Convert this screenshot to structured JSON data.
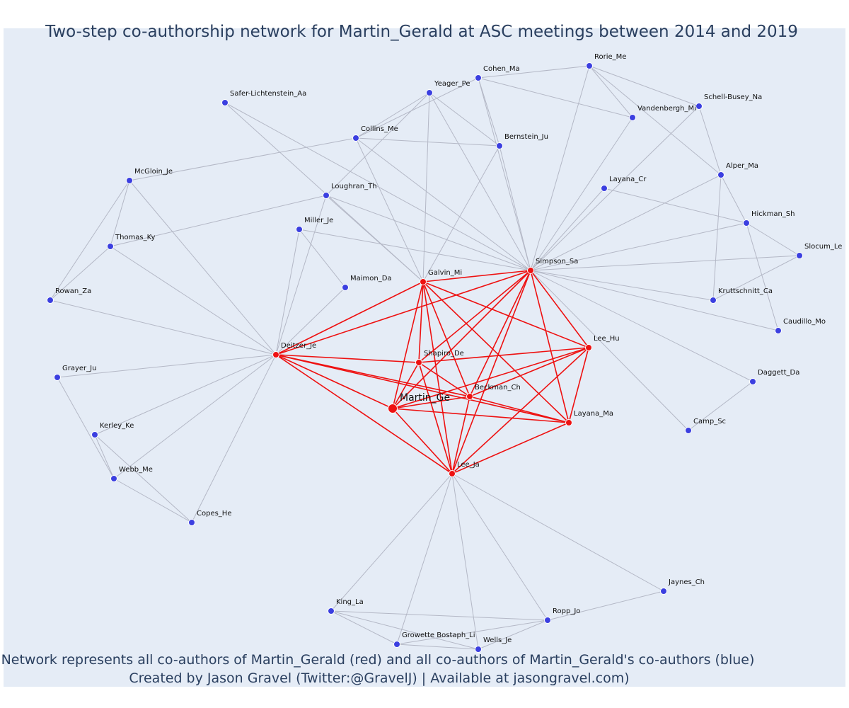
{
  "title": "Two-step co-authorship network for Martin_Gerald at ASC meetings between 2014 and 2019",
  "caption": {
    "line1": "Network represents all co-authors of Martin_Gerald (red) and all co-authors of Martin_Gerald's co-authors (blue)",
    "line2": "Created by Jason Gravel (Twitter:@GravelJ) | Available at jasongravel.com)"
  },
  "colors": {
    "background": "#e5ecf6",
    "red_node": "#ee1111",
    "blue_node": "#3b3fe0",
    "red_edge": "#ee1111",
    "gray_edge": "#b4b8c6"
  },
  "nodes": [
    {
      "id": "Martin_Ge",
      "group": "center"
    },
    {
      "id": "Galvin_Mi",
      "group": "red"
    },
    {
      "id": "Simpson_Sa",
      "group": "red"
    },
    {
      "id": "Deitzer_Je",
      "group": "red"
    },
    {
      "id": "Shapiro_De",
      "group": "red"
    },
    {
      "id": "Beckman_Ch",
      "group": "red"
    },
    {
      "id": "Lee_Hu",
      "group": "red"
    },
    {
      "id": "Layana_Ma",
      "group": "red"
    },
    {
      "id": "Lee_Ja",
      "group": "red"
    },
    {
      "id": "Rorie_Me",
      "group": "blue"
    },
    {
      "id": "Cohen_Ma",
      "group": "blue"
    },
    {
      "id": "Yeager_Pe",
      "group": "blue"
    },
    {
      "id": "Schell-Busey_Na",
      "group": "blue"
    },
    {
      "id": "Vandenbergh_Mi",
      "group": "blue"
    },
    {
      "id": "Safer-Lichtenstein_Aa",
      "group": "blue"
    },
    {
      "id": "Collins_Me",
      "group": "blue"
    },
    {
      "id": "Bernstein_Ju",
      "group": "blue"
    },
    {
      "id": "McGloin_Je",
      "group": "blue"
    },
    {
      "id": "Alper_Ma",
      "group": "blue"
    },
    {
      "id": "Loughran_Th",
      "group": "blue"
    },
    {
      "id": "Layana_Cr",
      "group": "blue"
    },
    {
      "id": "Miller_Je",
      "group": "blue"
    },
    {
      "id": "Hickman_Sh",
      "group": "blue"
    },
    {
      "id": "Thomas_Ky",
      "group": "blue"
    },
    {
      "id": "Slocum_Le",
      "group": "blue"
    },
    {
      "id": "Maimon_Da",
      "group": "blue"
    },
    {
      "id": "Rowan_Za",
      "group": "blue"
    },
    {
      "id": "Kruttschnitt_Ca",
      "group": "blue"
    },
    {
      "id": "Caudillo_Mo",
      "group": "blue"
    },
    {
      "id": "Grayer_Ju",
      "group": "blue"
    },
    {
      "id": "Daggett_Da",
      "group": "blue"
    },
    {
      "id": "Camp_Sc",
      "group": "blue"
    },
    {
      "id": "Kerley_Ke",
      "group": "blue"
    },
    {
      "id": "Webb_Me",
      "group": "blue"
    },
    {
      "id": "Copes_He",
      "group": "blue"
    },
    {
      "id": "Jaynes_Ch",
      "group": "blue"
    },
    {
      "id": "King_La",
      "group": "blue"
    },
    {
      "id": "Ropp_Jo",
      "group": "blue"
    },
    {
      "id": "Growette Bostaph_Li",
      "group": "blue"
    },
    {
      "id": "Wells_Je",
      "group": "blue"
    }
  ],
  "red_edges": [
    [
      "Martin_Ge",
      "Galvin_Mi"
    ],
    [
      "Martin_Ge",
      "Simpson_Sa"
    ],
    [
      "Martin_Ge",
      "Deitzer_Je"
    ],
    [
      "Martin_Ge",
      "Shapiro_De"
    ],
    [
      "Martin_Ge",
      "Beckman_Ch"
    ],
    [
      "Martin_Ge",
      "Lee_Hu"
    ],
    [
      "Martin_Ge",
      "Layana_Ma"
    ],
    [
      "Martin_Ge",
      "Lee_Ja"
    ],
    [
      "Galvin_Mi",
      "Simpson_Sa"
    ],
    [
      "Galvin_Mi",
      "Deitzer_Je"
    ],
    [
      "Galvin_Mi",
      "Shapiro_De"
    ],
    [
      "Galvin_Mi",
      "Beckman_Ch"
    ],
    [
      "Galvin_Mi",
      "Lee_Hu"
    ],
    [
      "Galvin_Mi",
      "Layana_Ma"
    ],
    [
      "Galvin_Mi",
      "Lee_Ja"
    ],
    [
      "Simpson_Sa",
      "Deitzer_Je"
    ],
    [
      "Simpson_Sa",
      "Shapiro_De"
    ],
    [
      "Simpson_Sa",
      "Beckman_Ch"
    ],
    [
      "Simpson_Sa",
      "Lee_Hu"
    ],
    [
      "Simpson_Sa",
      "Layana_Ma"
    ],
    [
      "Simpson_Sa",
      "Lee_Ja"
    ],
    [
      "Deitzer_Je",
      "Shapiro_De"
    ],
    [
      "Deitzer_Je",
      "Beckman_Ch"
    ],
    [
      "Deitzer_Je",
      "Layana_Ma"
    ],
    [
      "Deitzer_Je",
      "Lee_Ja"
    ],
    [
      "Shapiro_De",
      "Beckman_Ch"
    ],
    [
      "Shapiro_De",
      "Lee_Hu"
    ],
    [
      "Shapiro_De",
      "Lee_Ja"
    ],
    [
      "Beckman_Ch",
      "Lee_Hu"
    ],
    [
      "Beckman_Ch",
      "Layana_Ma"
    ],
    [
      "Beckman_Ch",
      "Lee_Ja"
    ],
    [
      "Lee_Hu",
      "Layana_Ma"
    ],
    [
      "Lee_Hu",
      "Lee_Ja"
    ],
    [
      "Layana_Ma",
      "Lee_Ja"
    ]
  ],
  "gray_edges": [
    [
      "Rorie_Me",
      "Cohen_Ma"
    ],
    [
      "Rorie_Me",
      "Vandenbergh_Mi"
    ],
    [
      "Rorie_Me",
      "Schell-Busey_Na"
    ],
    [
      "Rorie_Me",
      "Simpson_Sa"
    ],
    [
      "Rorie_Me",
      "Alper_Ma"
    ],
    [
      "Cohen_Ma",
      "Vandenbergh_Mi"
    ],
    [
      "Cohen_Ma",
      "Bernstein_Ju"
    ],
    [
      "Cohen_Ma",
      "Collins_Me"
    ],
    [
      "Cohen_Ma",
      "Simpson_Sa"
    ],
    [
      "Yeager_Pe",
      "Galvin_Mi"
    ],
    [
      "Yeager_Pe",
      "Simpson_Sa"
    ],
    [
      "Yeager_Pe",
      "Bernstein_Ju"
    ],
    [
      "Yeager_Pe",
      "Loughran_Th"
    ],
    [
      "Yeager_Pe",
      "Collins_Me"
    ],
    [
      "Schell-Busey_Na",
      "Simpson_Sa"
    ],
    [
      "Schell-Busey_Na",
      "Alper_Ma"
    ],
    [
      "Vandenbergh_Mi",
      "Simpson_Sa"
    ],
    [
      "Safer-Lichtenstein_Aa",
      "Galvin_Mi"
    ],
    [
      "Safer-Lichtenstein_Aa",
      "Simpson_Sa"
    ],
    [
      "Collins_Me",
      "Bernstein_Ju"
    ],
    [
      "Collins_Me",
      "Galvin_Mi"
    ],
    [
      "Collins_Me",
      "Simpson_Sa"
    ],
    [
      "Collins_Me",
      "McGloin_Je"
    ],
    [
      "Bernstein_Ju",
      "Simpson_Sa"
    ],
    [
      "Bernstein_Ju",
      "Galvin_Mi"
    ],
    [
      "McGloin_Je",
      "Thomas_Ky"
    ],
    [
      "McGloin_Je",
      "Rowan_Za"
    ],
    [
      "McGloin_Je",
      "Deitzer_Je"
    ],
    [
      "Alper_Ma",
      "Simpson_Sa"
    ],
    [
      "Alper_Ma",
      "Kruttschnitt_Ca"
    ],
    [
      "Alper_Ma",
      "Hickman_Sh"
    ],
    [
      "Loughran_Th",
      "Galvin_Mi"
    ],
    [
      "Loughran_Th",
      "Simpson_Sa"
    ],
    [
      "Loughran_Th",
      "Thomas_Ky"
    ],
    [
      "Loughran_Th",
      "Deitzer_Je"
    ],
    [
      "Layana_Cr",
      "Simpson_Sa"
    ],
    [
      "Layana_Cr",
      "Hickman_Sh"
    ],
    [
      "Miller_Je",
      "Simpson_Sa"
    ],
    [
      "Miller_Je",
      "Deitzer_Je"
    ],
    [
      "Miller_Je",
      "Maimon_Da"
    ],
    [
      "Hickman_Sh",
      "Simpson_Sa"
    ],
    [
      "Hickman_Sh",
      "Caudillo_Mo"
    ],
    [
      "Hickman_Sh",
      "Slocum_Le"
    ],
    [
      "Thomas_Ky",
      "Rowan_Za"
    ],
    [
      "Thomas_Ky",
      "Deitzer_Je"
    ],
    [
      "Slocum_Le",
      "Simpson_Sa"
    ],
    [
      "Slocum_Le",
      "Kruttschnitt_Ca"
    ],
    [
      "Maimon_Da",
      "Deitzer_Je"
    ],
    [
      "Rowan_Za",
      "Deitzer_Je"
    ],
    [
      "Kruttschnitt_Ca",
      "Simpson_Sa"
    ],
    [
      "Caudillo_Mo",
      "Simpson_Sa"
    ],
    [
      "Grayer_Ju",
      "Deitzer_Je"
    ],
    [
      "Grayer_Ju",
      "Webb_Me"
    ],
    [
      "Daggett_Da",
      "Simpson_Sa"
    ],
    [
      "Daggett_Da",
      "Camp_Sc"
    ],
    [
      "Camp_Sc",
      "Simpson_Sa"
    ],
    [
      "Kerley_Ke",
      "Deitzer_Je"
    ],
    [
      "Kerley_Ke",
      "Webb_Me"
    ],
    [
      "Kerley_Ke",
      "Copes_He"
    ],
    [
      "Webb_Me",
      "Deitzer_Je"
    ],
    [
      "Webb_Me",
      "Copes_He"
    ],
    [
      "Copes_He",
      "Deitzer_Je"
    ],
    [
      "Jaynes_Ch",
      "Lee_Ja"
    ],
    [
      "Jaynes_Ch",
      "Ropp_Jo"
    ],
    [
      "King_La",
      "Lee_Ja"
    ],
    [
      "King_La",
      "Ropp_Jo"
    ],
    [
      "King_La",
      "Growette Bostaph_Li"
    ],
    [
      "King_La",
      "Wells_Je"
    ],
    [
      "Ropp_Jo",
      "Lee_Ja"
    ],
    [
      "Ropp_Jo",
      "Growette Bostaph_Li"
    ],
    [
      "Ropp_Jo",
      "Wells_Je"
    ],
    [
      "Growette Bostaph_Li",
      "Lee_Ja"
    ],
    [
      "Growette Bostaph_Li",
      "Wells_Je"
    ],
    [
      "Wells_Je",
      "Lee_Ja"
    ]
  ]
}
